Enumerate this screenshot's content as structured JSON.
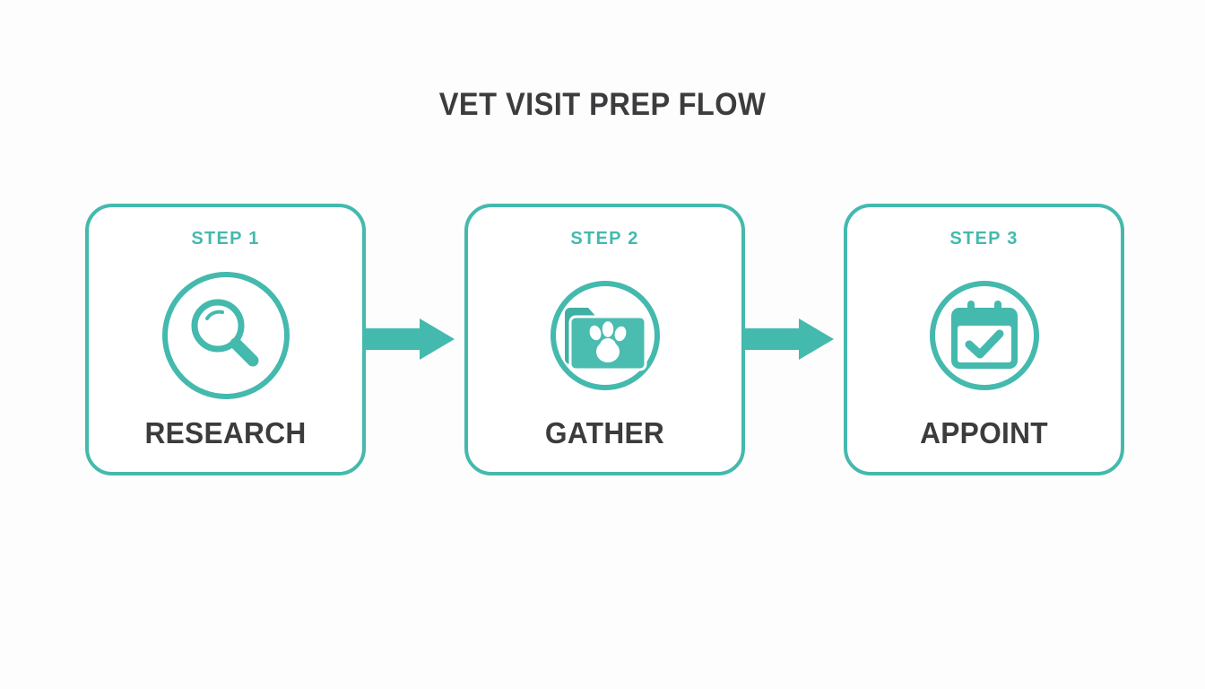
{
  "page": {
    "title": "VET VISIT PREP FLOW",
    "background_color": "#fdfdfd"
  },
  "theme": {
    "accent": "#44b9ad",
    "accent_dark": "#3aa89c",
    "text_dark": "#3c3c3e",
    "card_bg": "#ffffff"
  },
  "flow": {
    "steps": [
      {
        "step_label": "STEP 1",
        "title": "RESEARCH",
        "icon": "magnifier-icon"
      },
      {
        "step_label": "STEP 2",
        "title": "GATHER",
        "icon": "folder-paw-icon"
      },
      {
        "step_label": "STEP 3",
        "title": "APPOINT",
        "icon": "calendar-check-icon"
      }
    ],
    "connectors": [
      {
        "icon": "arrow-right-icon"
      },
      {
        "icon": "arrow-right-icon"
      }
    ]
  }
}
